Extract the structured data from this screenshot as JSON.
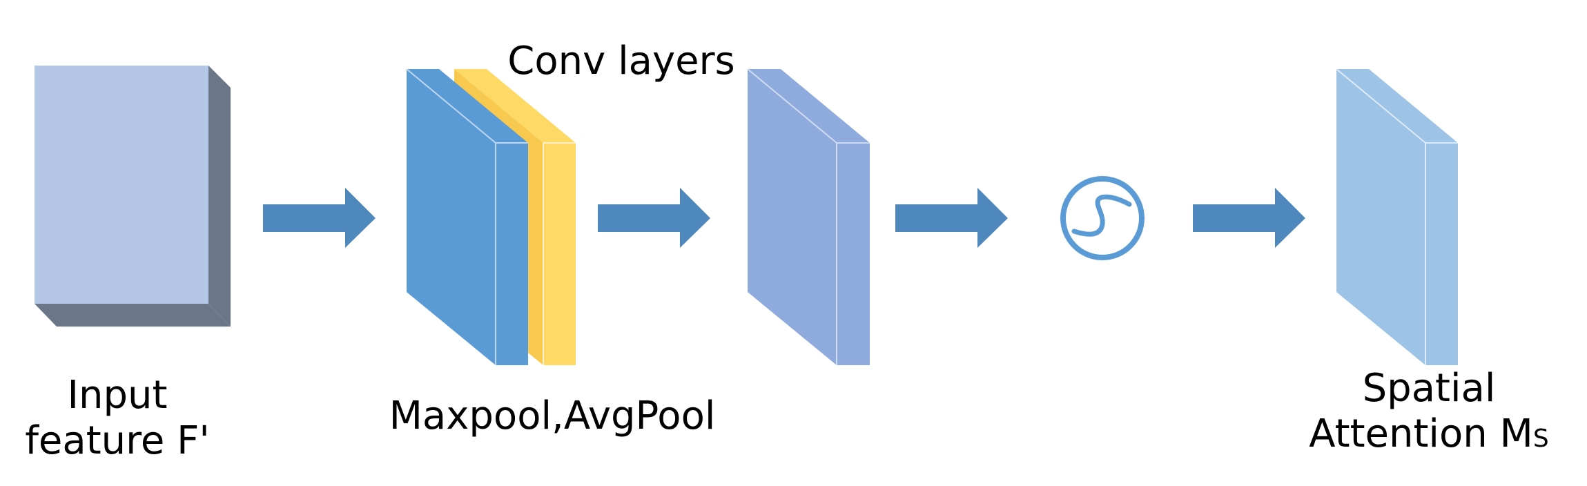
{
  "labels": {
    "input_line1": "Input",
    "input_line2": "feature F'",
    "pool": "Maxpool,AvgPool",
    "conv": "Conv layers",
    "spatial_line1": "Spatial",
    "spatial_line2_main": "Attention M",
    "spatial_line2_sub": "S"
  },
  "colors": {
    "input_front": "#B4C7E7",
    "input_side": "#6B7789",
    "maxpool": "#5B9BD5",
    "avgpool": "#FFD966",
    "conv_output": "#8FAADC",
    "spatial_output": "#9DC3E6",
    "arrow": "#4F88BC",
    "sigmoid_icon": "#5B9BD5"
  },
  "icons": {
    "arrows": "right-arrow-icon",
    "sigmoid": "sigmoid-icon"
  }
}
